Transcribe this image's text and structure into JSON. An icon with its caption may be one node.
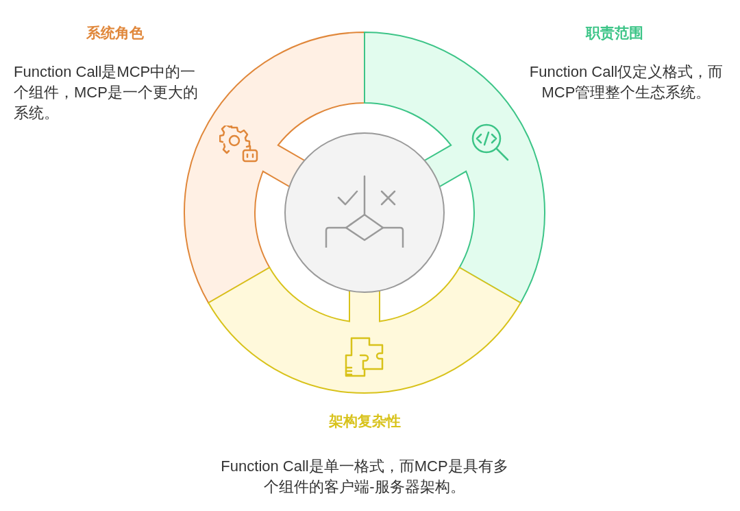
{
  "diagram": {
    "nodes": [
      {
        "text": [
          "系统角色",
          "Function Call是MCP中的一个组件，MCP是一个更大的系统。"
        ]
      },
      {
        "text": [
          "职责范围",
          "Function Call仅定义格式，而MCP管理整个生态系统。"
        ]
      },
      {
        "text": [
          "架构复杂性",
          "Function Call是单一格式，而MCP是具有多个组件的客户端-服务器架构。"
        ]
      },
      {
        "text": [],
        "shape": "circle"
      }
    ]
  }
}
